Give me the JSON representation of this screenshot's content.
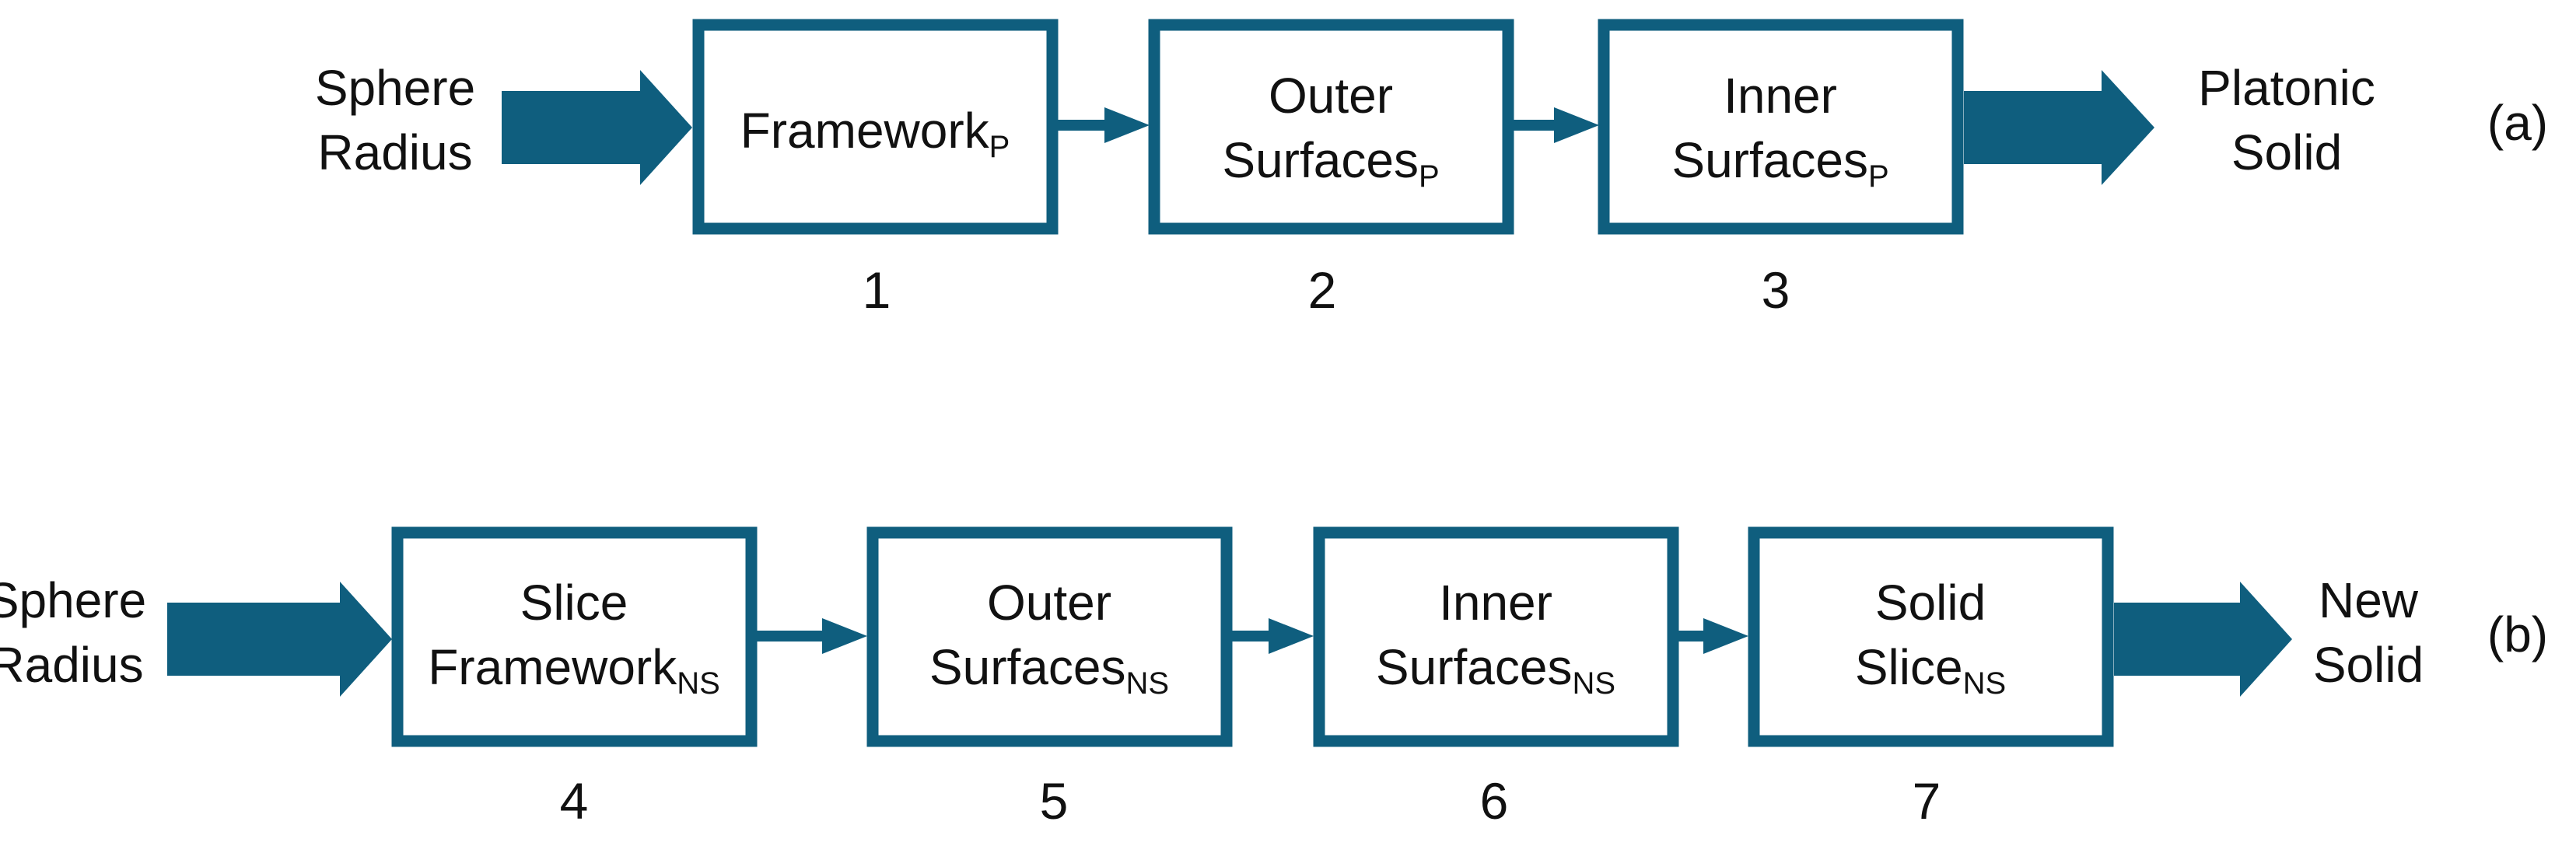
{
  "colors": {
    "accent": "#0f5e7e",
    "text": "#111111",
    "background": "#ffffff"
  },
  "row_a": {
    "tag": "(a)",
    "input": {
      "line1": "Sphere",
      "line2": "Radius"
    },
    "output": {
      "line1": "Platonic",
      "line2": "Solid"
    },
    "boxes": [
      {
        "number": "1",
        "line1": "",
        "main": "Framework",
        "sub": "P"
      },
      {
        "number": "2",
        "line1": "Outer",
        "main": "Surfaces",
        "sub": "P"
      },
      {
        "number": "3",
        "line1": "Inner",
        "main": "Surfaces",
        "sub": "P"
      }
    ]
  },
  "row_b": {
    "tag": "(b)",
    "input": {
      "line1": "Sphere",
      "line2": "Radius"
    },
    "output": {
      "line1": "New",
      "line2": "Solid"
    },
    "boxes": [
      {
        "number": "4",
        "line1": "Slice",
        "main": "Framework",
        "sub": "NS"
      },
      {
        "number": "5",
        "line1": "Outer",
        "main": "Surfaces",
        "sub": "NS"
      },
      {
        "number": "6",
        "line1": "Inner",
        "main": "Surfaces",
        "sub": "NS"
      },
      {
        "number": "7",
        "line1": "Solid",
        "main": "Slice",
        "sub": "NS"
      }
    ]
  }
}
